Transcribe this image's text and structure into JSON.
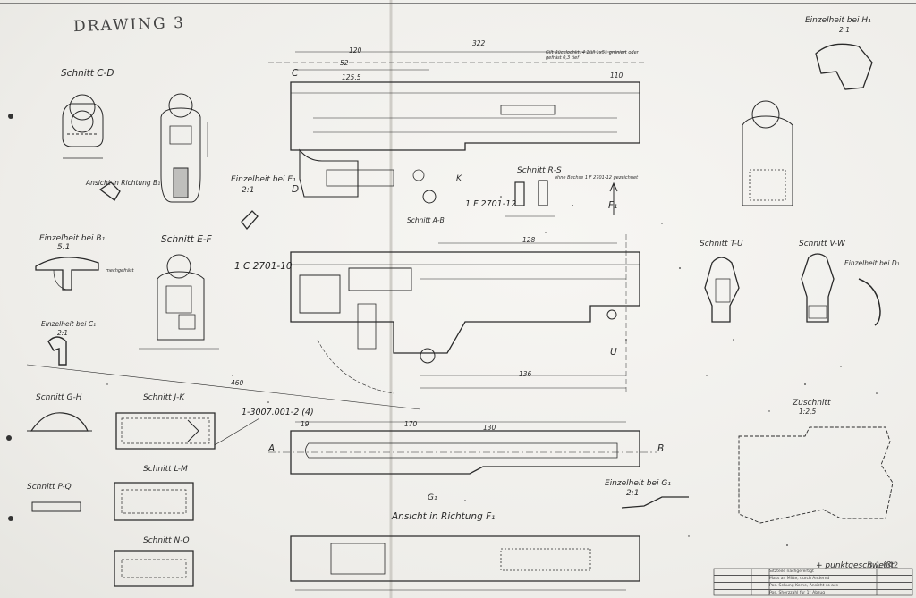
{
  "title_handwritten": "DRAWING 3",
  "sections": {
    "cd": "Schnitt C-D",
    "ef": "Schnitt E-F",
    "gh": "Schnitt G-H",
    "jk": "Schnitt J-K",
    "lm": "Schnitt L-M",
    "no": "Schnitt N-O",
    "pq": "Schnitt P-Q",
    "rs": "Schnitt R-S",
    "tu": "Schnitt T-U",
    "vw": "Schnitt V-W",
    "ab": "Schnitt A-B"
  },
  "details": {
    "h1": "Einzelheit bei H₁",
    "e1": "Einzelheit bei E₁",
    "b1": "Einzelheit bei B₁",
    "c1": "Einzelheit bei C₁",
    "d1": "Einzelheit bei D₁",
    "g1": "Einzelheit bei G₁",
    "ansicht_b1": "Ansicht in Richtung B₁",
    "ansicht_f1": "Ansicht in Richtung F₁",
    "zuschnitt": "Zuschnitt"
  },
  "scales": {
    "two_one": "2:1",
    "five_one": "5:1",
    "one_two_five": "1:2,5"
  },
  "part_numbers": {
    "main": "1 C 2701-10",
    "small": "1 F 2701-12",
    "rail": "1-3007.001-2 (4)"
  },
  "notes": {
    "n1": "Gilt Rücklochkt. 4 Züll 1x51 grüniert oder gefräst 0,3 tief",
    "n2": "ohne Buchse 1 F 2701-12 gezeichnet",
    "n3": "mechgefräst",
    "punkt": "+ punktgeschweißt",
    "stamp": "3.1.042"
  },
  "dimensions": {
    "d322": "322",
    "d120": "120",
    "d110": "110",
    "d52": "52",
    "d1255": "125,5",
    "d128": "128",
    "d170": "170",
    "d19": "19",
    "d136": "136",
    "d130": "130",
    "d460": "460"
  },
  "letters": {
    "a": "A",
    "b": "B",
    "c": "C",
    "d": "D",
    "u": "U",
    "f1": "F₁",
    "g1": "G₁",
    "k": "K"
  },
  "title_block_rows": [
    "Sitzteile nachgefertigt",
    "Mass an Mitte, durch Andernd",
    "Pos. Sehung Kerne, Ansicht so acs",
    "Pos. Sherzzahl fur 1° Abzug"
  ]
}
